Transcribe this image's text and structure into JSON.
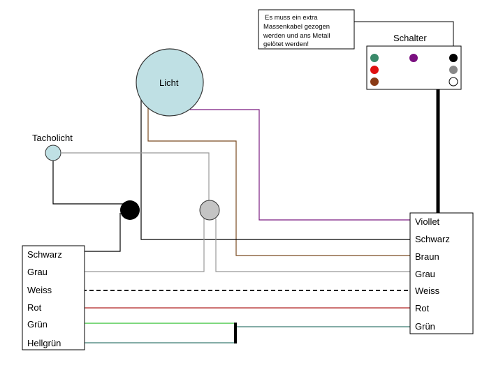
{
  "note": {
    "lines": [
      "Es muss ein extra",
      "Massenkabel gezogen",
      "werden und ans Metall",
      "gelötet werden!"
    ]
  },
  "switch": {
    "title": "Schalter",
    "pins": [
      {
        "name": "green-pin",
        "color": "#3a8a6a"
      },
      {
        "name": "purple-pin",
        "color": "#7a1080"
      },
      {
        "name": "black-pin",
        "color": "#000000"
      },
      {
        "name": "red-pin",
        "color": "#e01010"
      },
      {
        "name": "gray-pin",
        "color": "#888888"
      },
      {
        "name": "brown-pin",
        "color": "#8a3a15"
      },
      {
        "name": "white-pin",
        "color": "#ffffff"
      }
    ]
  },
  "lamps": {
    "licht": "Licht",
    "tacholicht": "Tacholicht"
  },
  "left_connector": {
    "labels": [
      "Schwarz",
      "Grau",
      "Weiss",
      "Rot",
      "Grün",
      "Hellgrün"
    ]
  },
  "right_connector": {
    "labels": [
      "Viollet",
      "Schwarz",
      "Braun",
      "Grau",
      "Weiss",
      "Rot",
      "Grün"
    ]
  },
  "colors": {
    "violet": "#7a1a80",
    "black": "#000000",
    "brown": "#7a4a20",
    "gray": "#999999",
    "red": "#b02020",
    "green": "#30c030",
    "teal": "#3a7a70",
    "lamp_fill": "#bfe0e4",
    "junction_gray": "#c4c4c4"
  }
}
